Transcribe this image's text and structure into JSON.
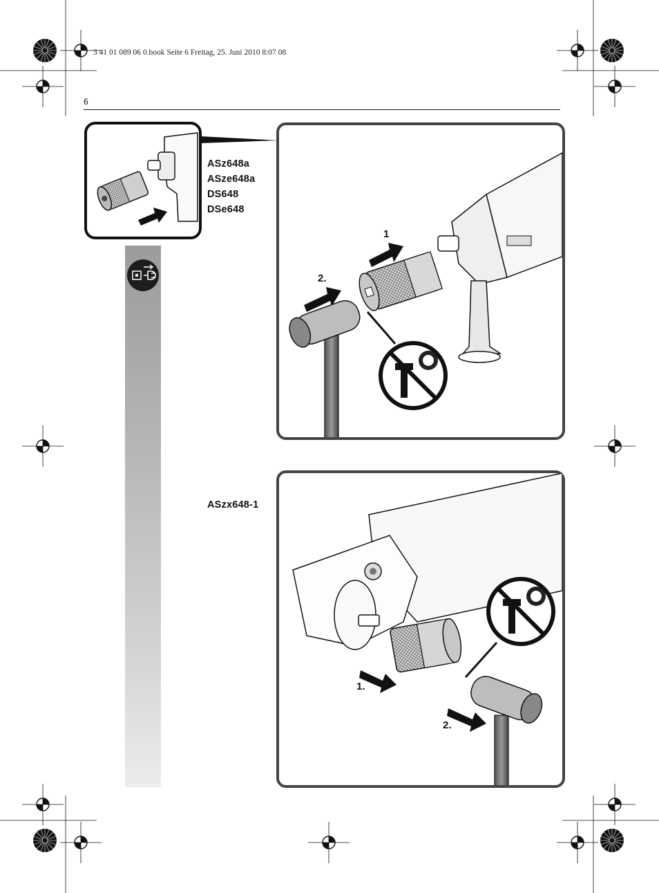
{
  "header": {
    "file_line": "3 41 01 089 06 0.book  Seite 6  Freitag, 25. Juni 2010  8:07 08",
    "page_number": "6"
  },
  "figure_top": {
    "models": [
      "ASz648a",
      "ASze648a",
      "DS648",
      "DSe648"
    ],
    "step1": "1",
    "step2": "2."
  },
  "figure_bottom": {
    "models": [
      "ASzx648-1"
    ],
    "step1": "1.",
    "step2": "2."
  },
  "colors": {
    "frame": "#444444",
    "sidebar_top": "#9c9c9c",
    "sidebar_bottom": "#ececec",
    "ink": "#111111"
  },
  "icons": [
    "registration-mark-icon",
    "printer-rosette-icon",
    "unplug-icon",
    "no-hammer-icon",
    "arrow-icon"
  ]
}
